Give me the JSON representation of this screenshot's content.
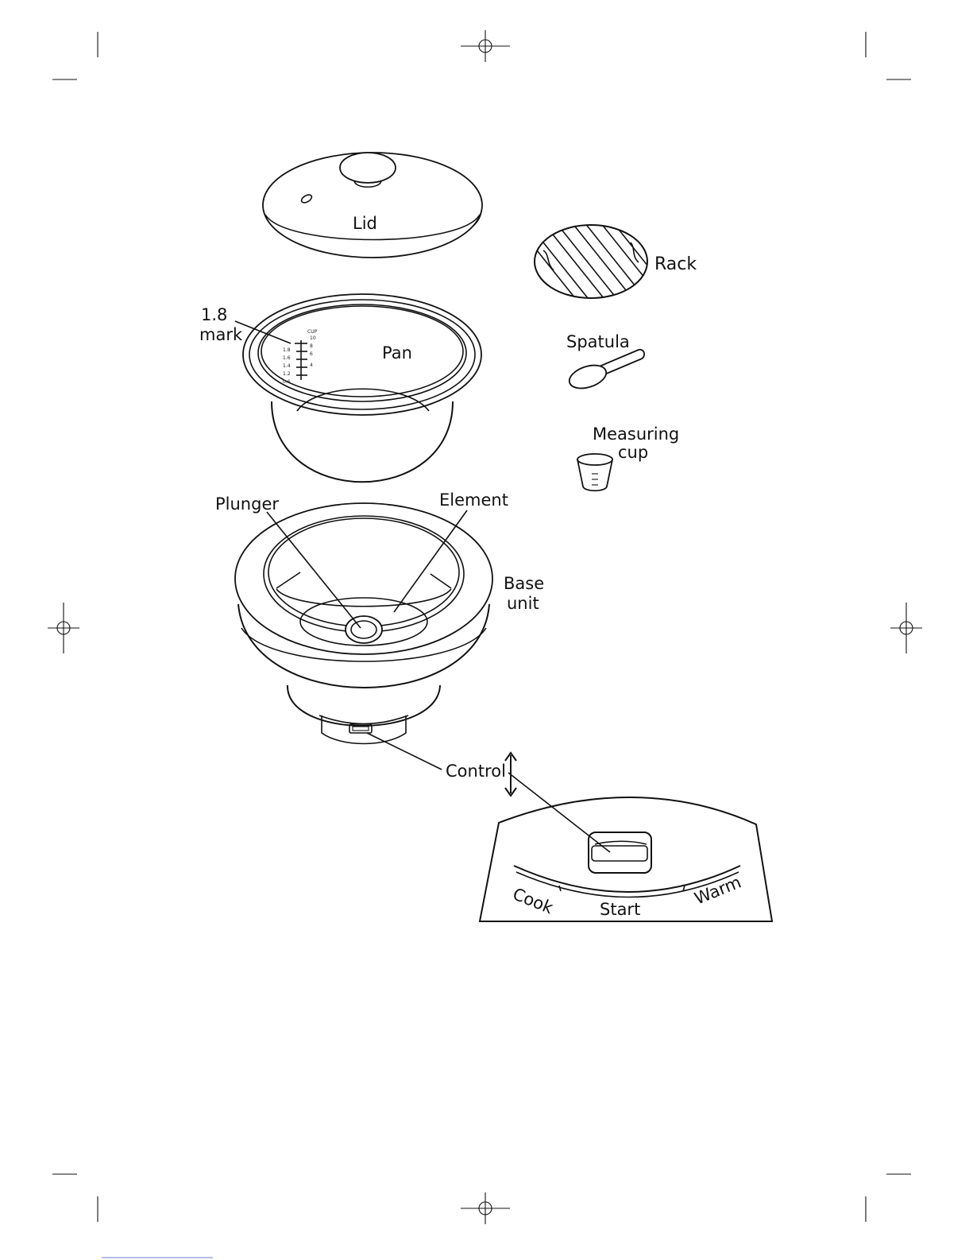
{
  "labels": {
    "lid": "Lid",
    "rack": "Rack",
    "mark_value": "1.8",
    "mark_word": "mark",
    "pan": "Pan",
    "spatula": "Spatula",
    "measuring_line1": "Measuring",
    "measuring_line2": "cup",
    "plunger": "Plunger",
    "element": "Element",
    "base_line1": "Base",
    "base_line2": "unit",
    "control": "Control",
    "cook": "Cook",
    "start": "Start",
    "warm": "Warm"
  },
  "pan_scale": {
    "header": "CUP",
    "litres": [
      "1.8",
      "1.6",
      "1.4",
      "1.2",
      "0.6"
    ],
    "cups": [
      "10",
      "8",
      "6",
      "4"
    ]
  }
}
